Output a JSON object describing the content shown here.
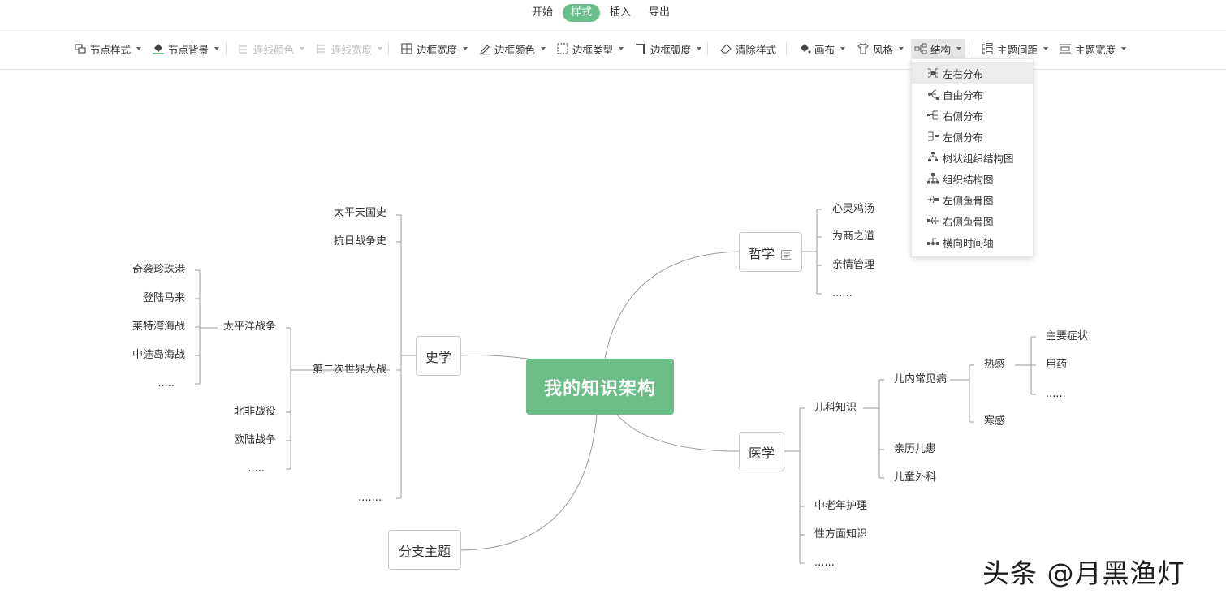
{
  "tabs": [
    {
      "label": "开始",
      "active": false
    },
    {
      "label": "样式",
      "active": true
    },
    {
      "label": "插入",
      "active": false
    },
    {
      "label": "导出",
      "active": false
    }
  ],
  "toolbar": {
    "node_style": "节点样式",
    "node_bg": "节点背景",
    "line_color": "连线颜色",
    "line_width": "连线宽度",
    "border_width": "边框宽度",
    "border_color": "边框颜色",
    "border_type": "边框类型",
    "border_radius": "边框弧度",
    "clear_style": "清除样式",
    "canvas": "画布",
    "theme_style": "风格",
    "structure": "结构",
    "topic_spacing": "主题间距",
    "topic_width": "主题宽度"
  },
  "structure_menu": {
    "items": [
      "左右分布",
      "自由分布",
      "右侧分布",
      "左侧分布",
      "树状组织结构图",
      "组织结构图",
      "左侧鱼骨图",
      "右侧鱼骨图",
      "横向时间轴"
    ],
    "highlighted": "左右分布"
  },
  "mindmap": {
    "root": "我的知识架构",
    "history": {
      "title": "史学",
      "taiping": "太平天国史",
      "antijapan": "抗日战争史",
      "ww2": "第二次世界大战",
      "pacific": "太平洋战争",
      "pacific_items": [
        "奇袭珍珠港",
        "登陆马来",
        "莱特湾海战",
        "中途岛海战",
        "....."
      ],
      "north_africa": "北非战役",
      "europe": "欧陆战争",
      "ww2_more": ".....",
      "more": "......."
    },
    "philosophy": {
      "title": "哲学",
      "items": [
        "心灵鸡汤",
        "为商之道",
        "亲情管理",
        "......"
      ]
    },
    "medicine": {
      "title": "医学",
      "pediatrics": "儿科知识",
      "common": "儿内常见病",
      "fever_hot": "热感",
      "fever_items": [
        "主要症状",
        "用药",
        "......"
      ],
      "fever_cold": "寒感",
      "experience": "亲历儿患",
      "surgery": "儿童外科",
      "elderly": "中老年护理",
      "sex": "性方面知识",
      "more": "......"
    },
    "branch": "分支主题"
  },
  "colors": {
    "accent": "#6abf8a",
    "root": "#6dbd87",
    "link": "#9a9a9a"
  },
  "watermark": "头条 @月黑渔灯"
}
